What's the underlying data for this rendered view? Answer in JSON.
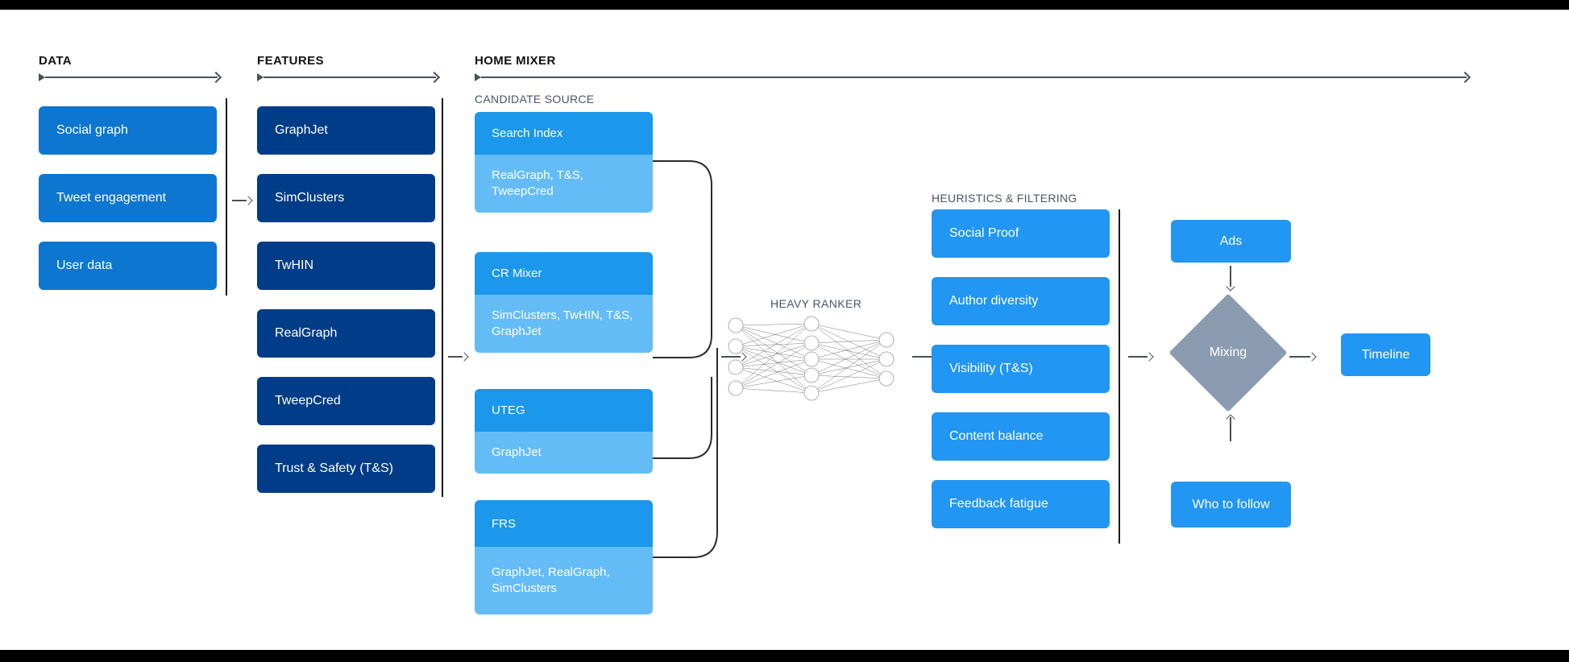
{
  "stages": [
    {
      "key": "data",
      "label": "DATA"
    },
    {
      "key": "features",
      "label": "FEATURES"
    },
    {
      "key": "home_mixer",
      "label": "HOME MIXER"
    }
  ],
  "section_labels": {
    "candidate_source": "CANDIDATE SOURCE",
    "heavy_ranker": "HEAVY RANKER",
    "heuristics": "HEURISTICS & FILTERING"
  },
  "data_column": {
    "items": [
      {
        "label": "Social graph"
      },
      {
        "label": "Tweet engagement"
      },
      {
        "label": "User data"
      }
    ]
  },
  "features_column": {
    "items": [
      {
        "label": "GraphJet"
      },
      {
        "label": "SimClusters"
      },
      {
        "label": "TwHIN"
      },
      {
        "label": "RealGraph"
      },
      {
        "label": "TweepCred"
      },
      {
        "label": "Trust & Safety (T&S)"
      }
    ]
  },
  "candidate_sources": {
    "items": [
      {
        "title": "Search Index",
        "features": "RealGraph, T&S, TweepCred"
      },
      {
        "title": "CR Mixer",
        "features": "SimClusters, TwHIN, T&S, GraphJet"
      },
      {
        "title": "UTEG",
        "features": "GraphJet"
      },
      {
        "title": "FRS",
        "features": "GraphJet, RealGraph, SimClusters"
      }
    ]
  },
  "heavy_ranker": {
    "label": "HEAVY RANKER",
    "layers": [
      4,
      5,
      3
    ]
  },
  "heuristics_column": {
    "items": [
      {
        "label": "Social Proof"
      },
      {
        "label": "Author diversity"
      },
      {
        "label": "Visibility (T&S)"
      },
      {
        "label": "Content balance"
      },
      {
        "label": "Feedback fatigue"
      }
    ]
  },
  "mixing": {
    "ads_label": "Ads",
    "node_label": "Mixing",
    "who_to_follow_label": "Who to follow",
    "timeline_label": "Timeline"
  },
  "colors": {
    "data_blue": "#0c76d0",
    "feature_navy": "#003c87",
    "source_head": "#1b97eb",
    "source_body": "#64bcf7",
    "heuristic_blue": "#2196f3",
    "mixing_gray": "#8b9cb0",
    "arrow_gray": "#4a5056",
    "divider": "#1a1a1a",
    "background": "#ffffff"
  }
}
